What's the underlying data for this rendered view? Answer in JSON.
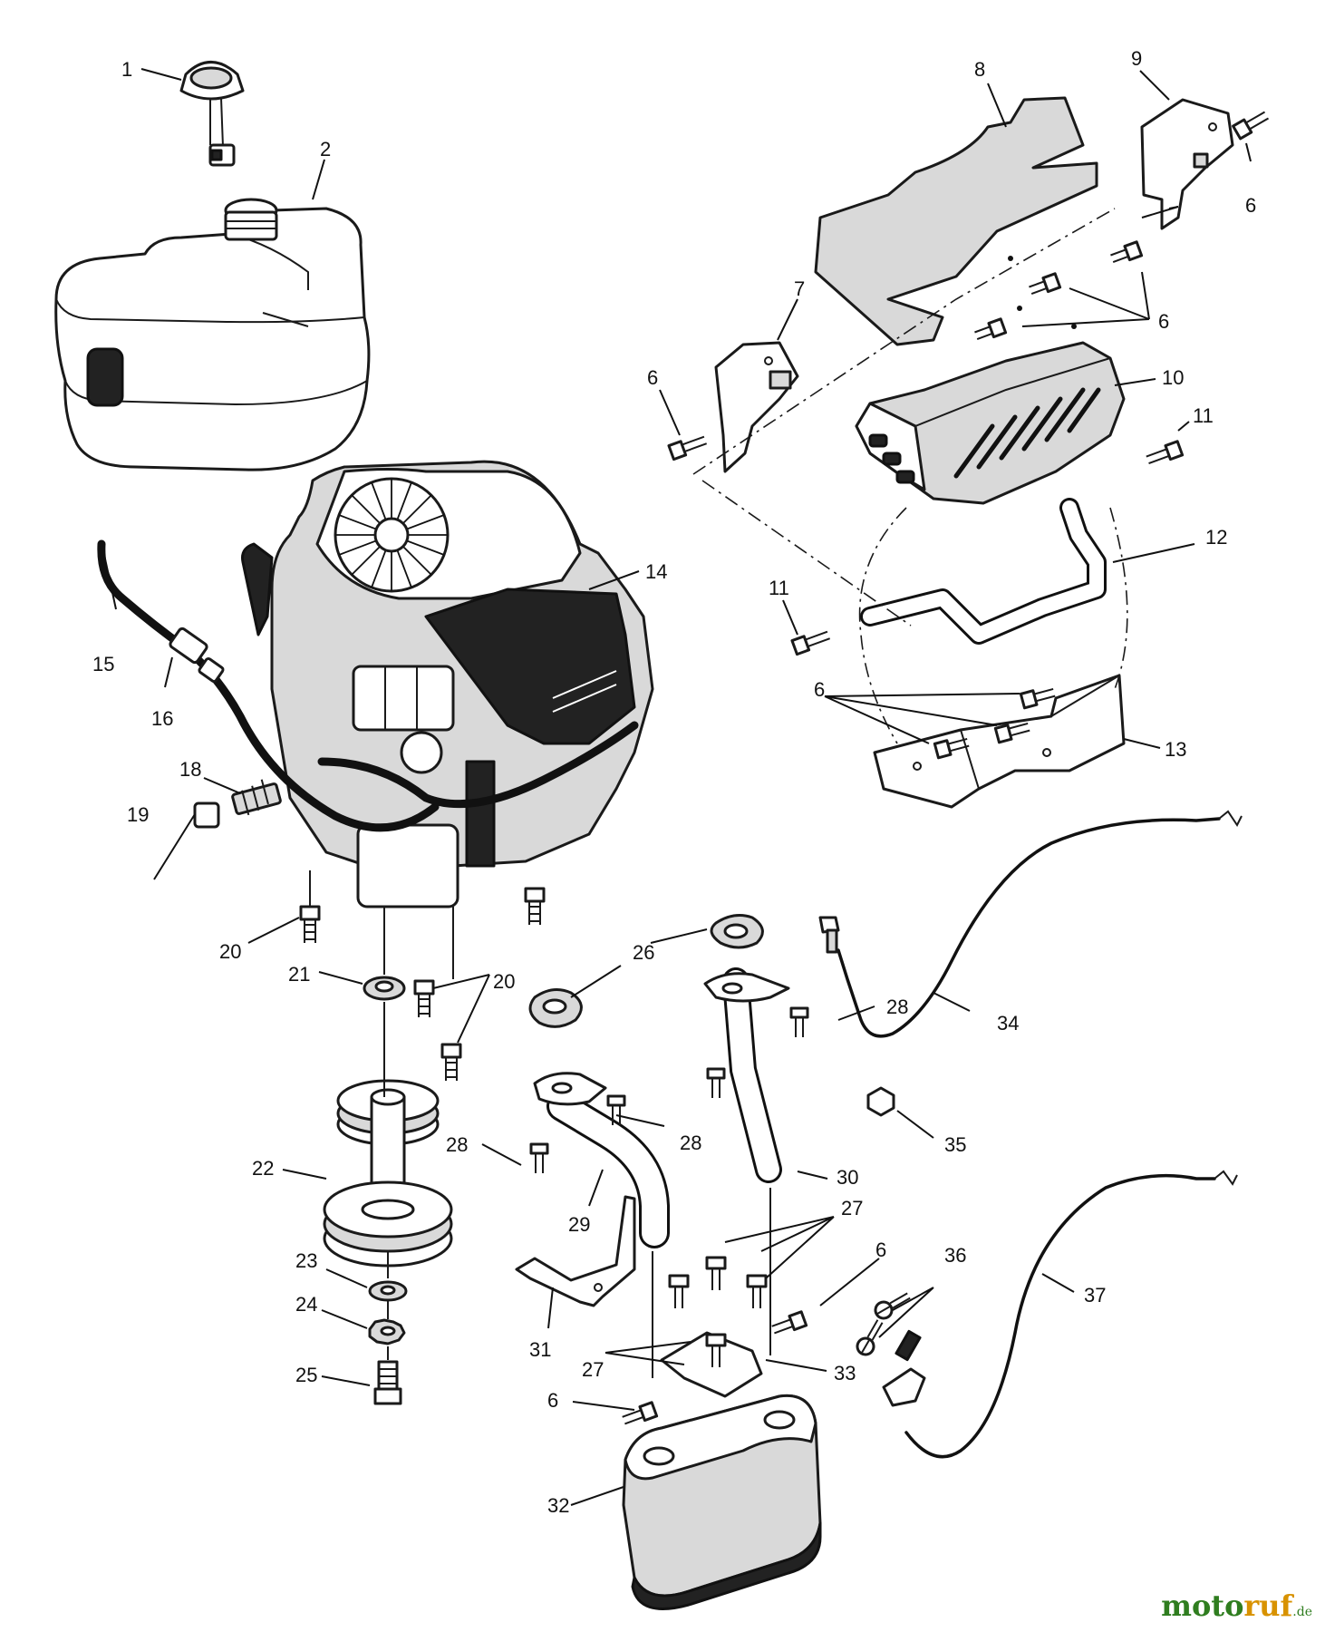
{
  "callouts": [
    {
      "id": "c1",
      "label": "1"
    },
    {
      "id": "c2",
      "label": "2"
    },
    {
      "id": "c8",
      "label": "8"
    },
    {
      "id": "c9",
      "label": "9"
    },
    {
      "id": "c6a",
      "label": "6"
    },
    {
      "id": "c6b",
      "label": "6"
    },
    {
      "id": "c7",
      "label": "7"
    },
    {
      "id": "c6c",
      "label": "6"
    },
    {
      "id": "c10",
      "label": "10"
    },
    {
      "id": "c11a",
      "label": "11"
    },
    {
      "id": "c12",
      "label": "12"
    },
    {
      "id": "c14",
      "label": "14"
    },
    {
      "id": "c15",
      "label": "15"
    },
    {
      "id": "c16",
      "label": "16"
    },
    {
      "id": "c11b",
      "label": "11"
    },
    {
      "id": "c6d",
      "label": "6"
    },
    {
      "id": "c13",
      "label": "13"
    },
    {
      "id": "c18",
      "label": "18"
    },
    {
      "id": "c19",
      "label": "19"
    },
    {
      "id": "c20a",
      "label": "20"
    },
    {
      "id": "c21",
      "label": "21"
    },
    {
      "id": "c20b",
      "label": "20"
    },
    {
      "id": "c26",
      "label": "26"
    },
    {
      "id": "c28a",
      "label": "28"
    },
    {
      "id": "c34",
      "label": "34"
    },
    {
      "id": "c22",
      "label": "22"
    },
    {
      "id": "c28b",
      "label": "28"
    },
    {
      "id": "c28c",
      "label": "28"
    },
    {
      "id": "c35",
      "label": "35"
    },
    {
      "id": "c29",
      "label": "29"
    },
    {
      "id": "c30",
      "label": "30"
    },
    {
      "id": "c27a",
      "label": "27"
    },
    {
      "id": "c23",
      "label": "23"
    },
    {
      "id": "c6e",
      "label": "6"
    },
    {
      "id": "c36",
      "label": "36"
    },
    {
      "id": "c24",
      "label": "24"
    },
    {
      "id": "c31",
      "label": "31"
    },
    {
      "id": "c37",
      "label": "37"
    },
    {
      "id": "c27b",
      "label": "27"
    },
    {
      "id": "c33",
      "label": "33"
    },
    {
      "id": "c25",
      "label": "25"
    },
    {
      "id": "c6f",
      "label": "6"
    },
    {
      "id": "c32",
      "label": "32"
    }
  ],
  "parts": {
    "fuel_cap": "fuel-cap-icon",
    "fuel_tank": "fuel-tank-icon",
    "heat_shield_top": "heat-shield-icon",
    "bracket_right": "bracket-icon",
    "bracket_left": "bracket-icon",
    "muffler_guard": "muffler-guard-icon",
    "guard_frame": "frame-icon",
    "guard_bottom": "guard-plate-icon",
    "engine": "engine-icon",
    "fuel_hose": "hose-icon",
    "fuel_filter": "filter-icon",
    "pulley": "pulley-icon",
    "muffler": "muffler-icon",
    "exhaust_pipes": "exhaust-pipe-icon",
    "throttle_cable": "cable-icon",
    "choke_cable": "cable-icon"
  },
  "watermark": {
    "brand_a": "moto",
    "brand_b": "ruf",
    "tld": ".de"
  }
}
